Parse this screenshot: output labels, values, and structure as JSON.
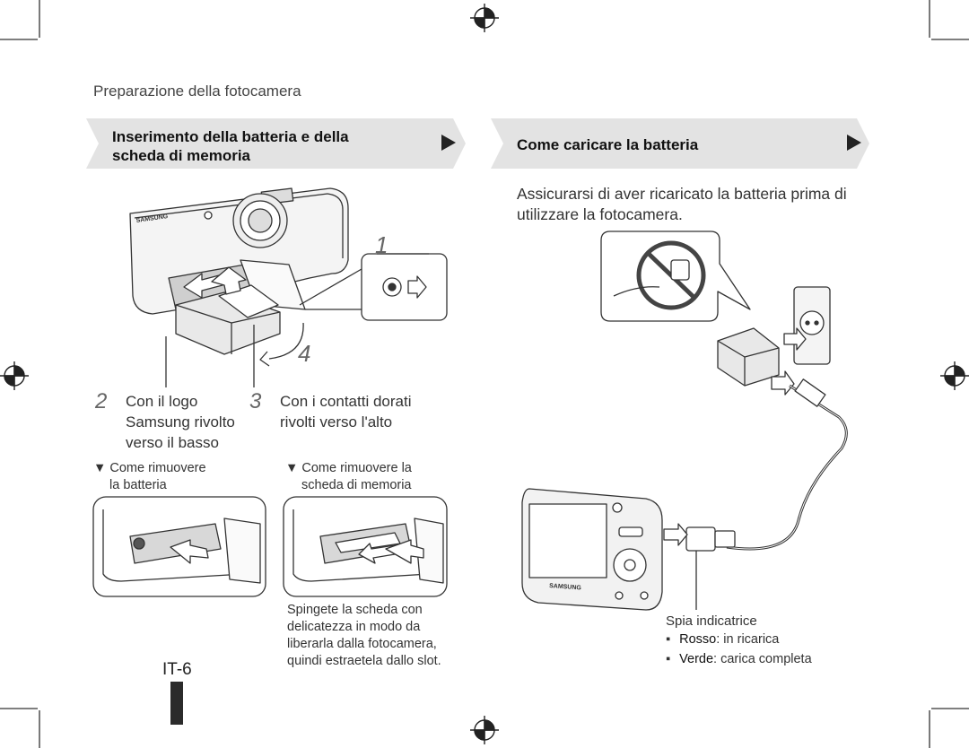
{
  "page": {
    "section_title": "Preparazione della fotocamera",
    "page_number": "IT-6"
  },
  "left": {
    "banner_line1": "Inserimento della batteria e della",
    "banner_line2": "scheda di memoria",
    "callout_1": "1",
    "callout_4": "4",
    "step2_number": "2",
    "step2_line1": "Con il logo",
    "step2_line2": "Samsung rivolto",
    "step2_line3": "verso il basso",
    "step3_number": "3",
    "step3_line1": "Con i contatti dorati",
    "step3_line2": "rivolti verso l'alto",
    "remove_battery_line1": "▼ Come rimuovere",
    "remove_battery_line2": "la batteria",
    "remove_card_line1": "▼ Come rimuovere la",
    "remove_card_line2": "scheda di memoria",
    "card_note_line1": "Spingete la scheda con",
    "card_note_line2": "delicatezza in modo da",
    "card_note_line3": "liberarla dalla fotocamera,",
    "card_note_line4": "quindi estraetela dallo slot.",
    "camera_brand": "SAMSUNG"
  },
  "right": {
    "banner": "Come caricare la batteria",
    "intro_line1": "Assicurarsi di aver ricaricato la batteria prima di",
    "intro_line2": "utilizzare la fotocamera.",
    "indicator_title": "Spia indicatrice",
    "red_label": "Rosso",
    "red_text": ": in ricarica",
    "green_label": "Verde",
    "green_text": ": carica completa",
    "camera_brand": "SAMSUNG"
  },
  "colors": {
    "banner_bg": "#e3e3e3",
    "banner_arrow": "#222222",
    "line_art": "#333333",
    "page_tab": "#2b2b2b"
  }
}
